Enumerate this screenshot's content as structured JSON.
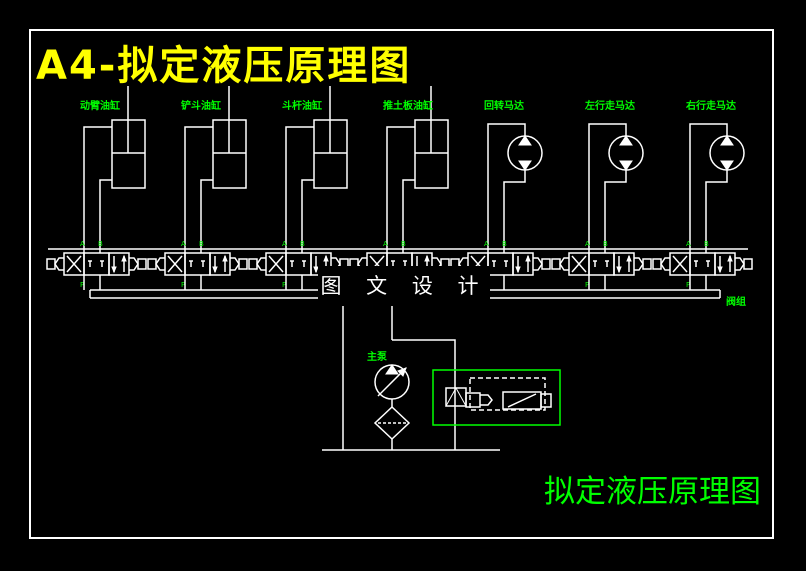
{
  "title": "A4-拟定液压原理图",
  "watermark": "图 文 设 计",
  "bottom_title": "拟定液压原理图",
  "valve_group_label": "阀组",
  "pump_label": "主泵",
  "port_labels": {
    "a": "A",
    "b": "B",
    "p": "P"
  },
  "actuators": [
    {
      "label": "动臂油缸",
      "type": "cylinder"
    },
    {
      "label": "铲斗油缸",
      "type": "cylinder"
    },
    {
      "label": "斗杆油缸",
      "type": "cylinder"
    },
    {
      "label": "推土板油缸",
      "type": "cylinder"
    },
    {
      "label": "回转马达",
      "type": "motor"
    },
    {
      "label": "左行走马达",
      "type": "motor"
    },
    {
      "label": "右行走马达",
      "type": "motor"
    }
  ],
  "colors": {
    "background": "#000000",
    "line": "#ffffff",
    "title": "#ffff00",
    "label": "#00ff00"
  }
}
